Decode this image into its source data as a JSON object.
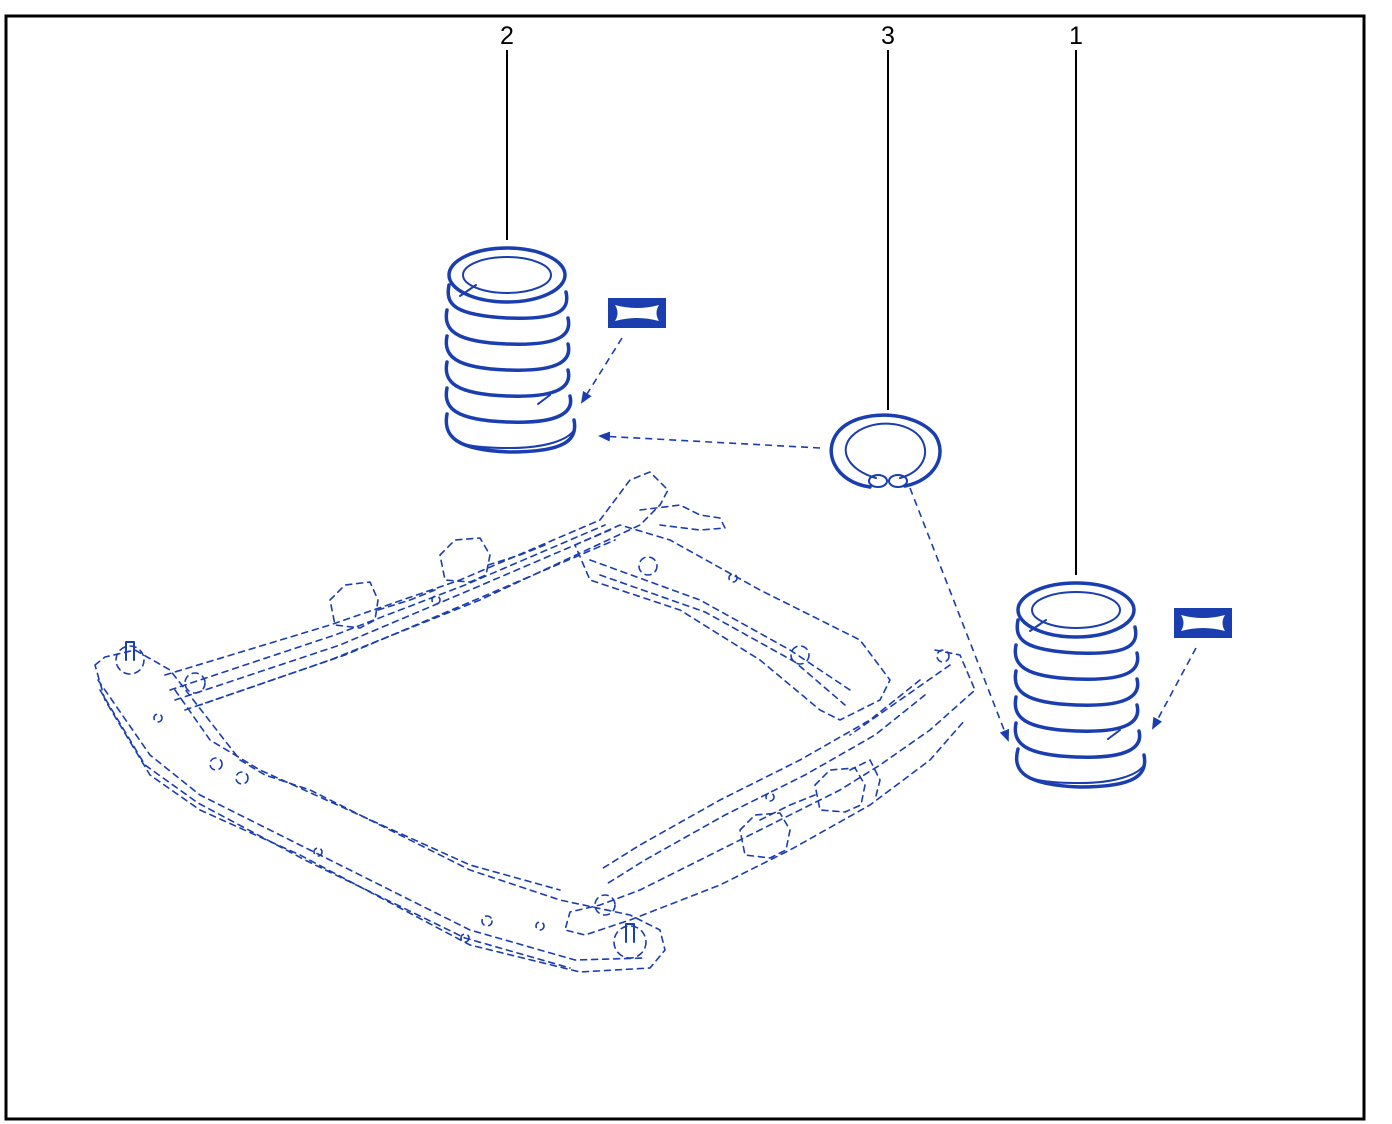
{
  "diagram": {
    "callouts": [
      {
        "label": "2",
        "part": "coil-spring-left"
      },
      {
        "label": "3",
        "part": "spring-insulator"
      },
      {
        "label": "1",
        "part": "coil-spring-right"
      }
    ],
    "colors": {
      "line": "#1a3db0",
      "leader": "#000000",
      "frame": "#000000",
      "background": "#ffffff"
    },
    "icons": [
      "lubricant-symbol-icon"
    ]
  }
}
